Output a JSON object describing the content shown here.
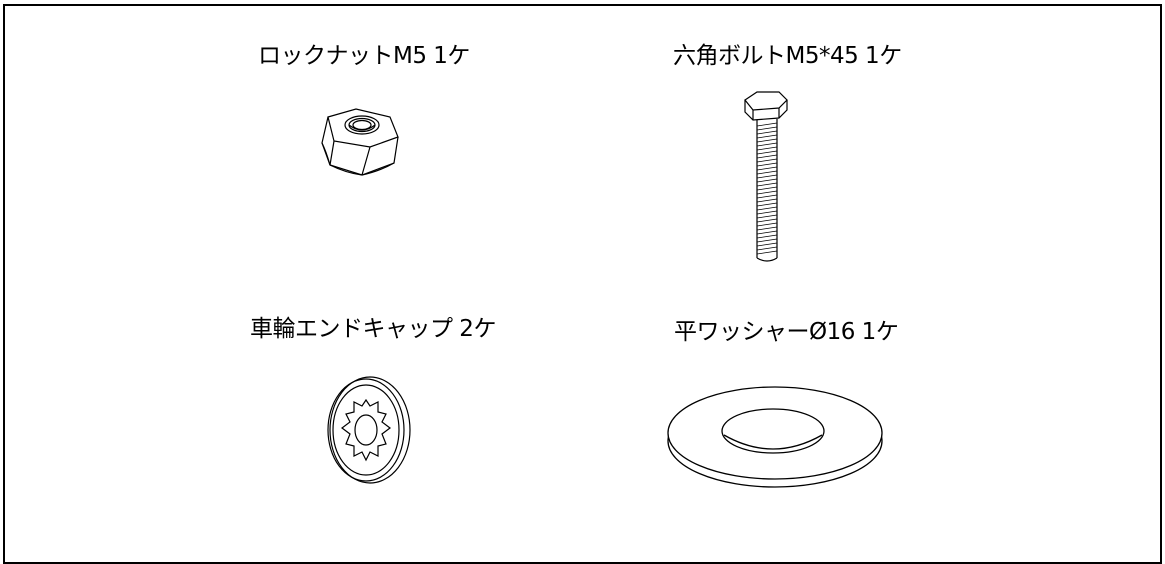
{
  "parts": [
    {
      "label": "ロックナットM5  1ケ",
      "icon": "lock-nut-icon"
    },
    {
      "label": "六角ボルトM5*45  1ケ",
      "icon": "hex-bolt-icon"
    },
    {
      "label": "車輪エンドキャップ  2ケ",
      "icon": "wheel-end-cap-icon"
    },
    {
      "label": "平ワッシャーØ16  1ケ",
      "icon": "flat-washer-icon"
    }
  ]
}
